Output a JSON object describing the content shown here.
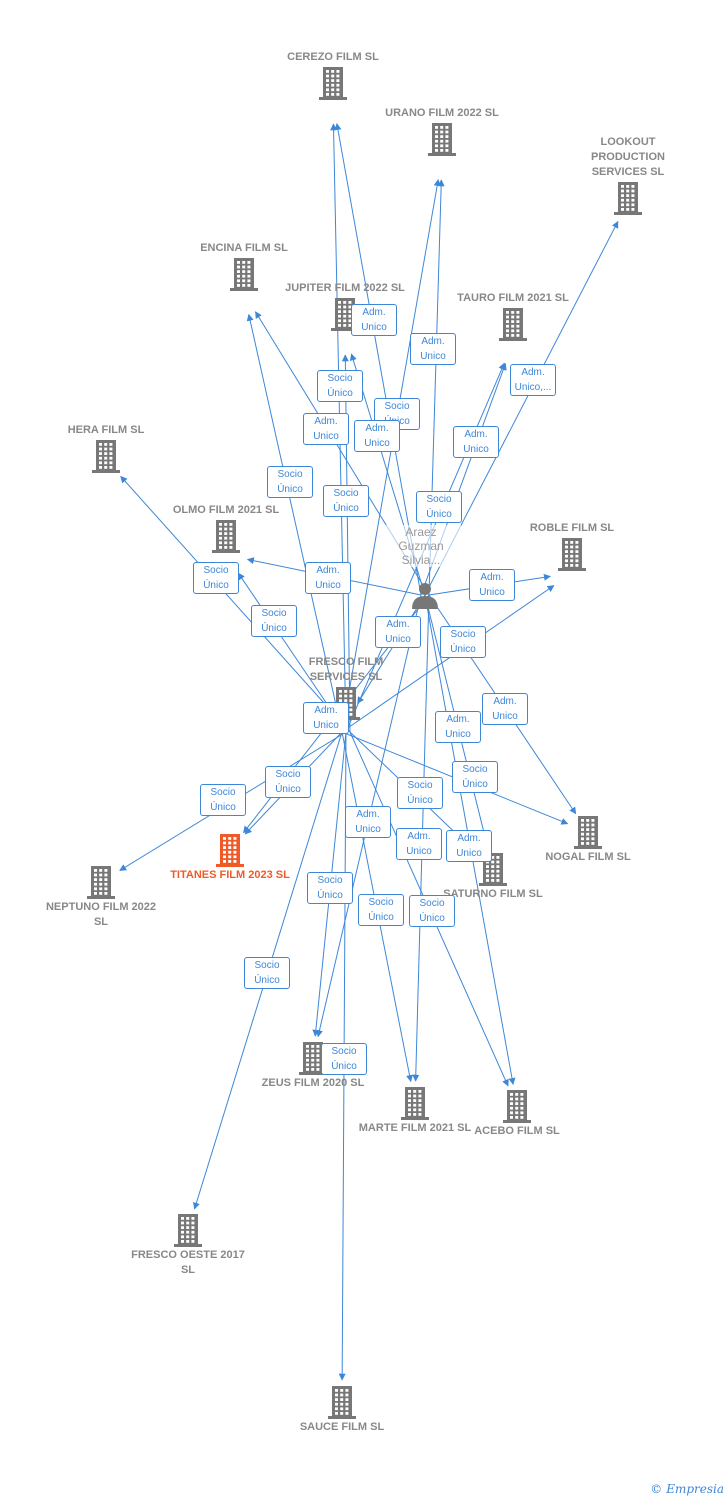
{
  "colors": {
    "edge": "#3d87d8",
    "node": "#777777",
    "highlight": "#ef5a28",
    "label": "#888888"
  },
  "person": {
    "label": "Araez Guzman Silvia...",
    "icon": "person-icon"
  },
  "companies": [
    {
      "id": "cerezo",
      "label": "CEREZO FILM SL"
    },
    {
      "id": "urano",
      "label": "URANO FILM 2022 SL"
    },
    {
      "id": "lookout",
      "label": "LOOKOUT PRODUCTION SERVICES SL"
    },
    {
      "id": "encina",
      "label": "ENCINA FILM SL"
    },
    {
      "id": "jupiter",
      "label": "JUPITER FILM 2022 SL"
    },
    {
      "id": "tauro",
      "label": "TAURO FILM 2021 SL"
    },
    {
      "id": "hera",
      "label": "HERA FILM SL"
    },
    {
      "id": "olmo",
      "label": "OLMO FILM 2021 SL"
    },
    {
      "id": "roble",
      "label": "ROBLE FILM SL"
    },
    {
      "id": "fresco",
      "label": "FRESCO FILM SERVICES SL"
    },
    {
      "id": "titanes",
      "label": "TITANES FILM 2023 SL",
      "highlight": true
    },
    {
      "id": "neptuno",
      "label": "NEPTUNO FILM 2022 SL"
    },
    {
      "id": "nogal",
      "label": "NOGAL FILM SL"
    },
    {
      "id": "saturno",
      "label": "SATURNO FILM SL"
    },
    {
      "id": "zeus",
      "label": "ZEUS FILM 2020 SL"
    },
    {
      "id": "marte",
      "label": "MARTE FILM 2021 SL"
    },
    {
      "id": "acebo",
      "label": "ACEBO FILM SL"
    },
    {
      "id": "frescooeste",
      "label": "FRESCO OESTE 2017 SL"
    },
    {
      "id": "sauce",
      "label": "SAUCE FILM SL"
    }
  ],
  "relations": [
    {
      "from": "person",
      "to": "cerezo",
      "label": "Adm. Unico"
    },
    {
      "from": "fresco",
      "to": "cerezo",
      "label": "Socio Único"
    },
    {
      "from": "person",
      "to": "urano",
      "label": "Adm. Unico"
    },
    {
      "from": "fresco",
      "to": "urano",
      "label": "Socio Único"
    },
    {
      "from": "person",
      "to": "lookout",
      "label": "Adm. Unico,..."
    },
    {
      "from": "person",
      "to": "encina",
      "label": "Adm. Unico"
    },
    {
      "from": "fresco",
      "to": "encina",
      "label": "Socio Único"
    },
    {
      "from": "person",
      "to": "jupiter",
      "label": "Adm. Unico"
    },
    {
      "from": "fresco",
      "to": "jupiter",
      "label": "Socio Único"
    },
    {
      "from": "person",
      "to": "tauro",
      "label": "Adm. Unico"
    },
    {
      "from": "fresco",
      "to": "tauro",
      "label": "Socio Único"
    },
    {
      "from": "fresco",
      "to": "hera",
      "label": "Socio Único"
    },
    {
      "from": "person",
      "to": "olmo",
      "label": "Adm. Unico"
    },
    {
      "from": "fresco",
      "to": "olmo",
      "label": "Socio Único"
    },
    {
      "from": "person",
      "to": "roble",
      "label": "Adm. Unico"
    },
    {
      "from": "fresco",
      "to": "roble",
      "label": "Socio Único"
    },
    {
      "from": "person",
      "to": "fresco",
      "label": "Adm. Unico"
    },
    {
      "from": "person",
      "to": "titanes",
      "label": "Adm. Unico"
    },
    {
      "from": "fresco",
      "to": "titanes",
      "label": "Socio Único"
    },
    {
      "from": "fresco",
      "to": "neptuno",
      "label": "Socio Único"
    },
    {
      "from": "person",
      "to": "nogal",
      "label": "Adm. Unico"
    },
    {
      "from": "fresco",
      "to": "nogal",
      "label": "Socio Único"
    },
    {
      "from": "person",
      "to": "saturno",
      "label": "Adm. Unico"
    },
    {
      "from": "fresco",
      "to": "saturno",
      "label": "Socio Único"
    },
    {
      "from": "person",
      "to": "zeus",
      "label": "Adm. Unico"
    },
    {
      "from": "fresco",
      "to": "zeus",
      "label": "Socio Único"
    },
    {
      "from": "person",
      "to": "marte",
      "label": "Adm. Unico"
    },
    {
      "from": "fresco",
      "to": "marte",
      "label": "Socio Único"
    },
    {
      "from": "person",
      "to": "acebo",
      "label": "Adm. Unico"
    },
    {
      "from": "fresco",
      "to": "acebo",
      "label": "Socio Único"
    },
    {
      "from": "fresco",
      "to": "frescooeste",
      "label": "Socio Único"
    },
    {
      "from": "fresco",
      "to": "sauce",
      "label": "Socio Único"
    }
  ],
  "watermark": {
    "symbol": "©",
    "brand": "Empresia"
  }
}
